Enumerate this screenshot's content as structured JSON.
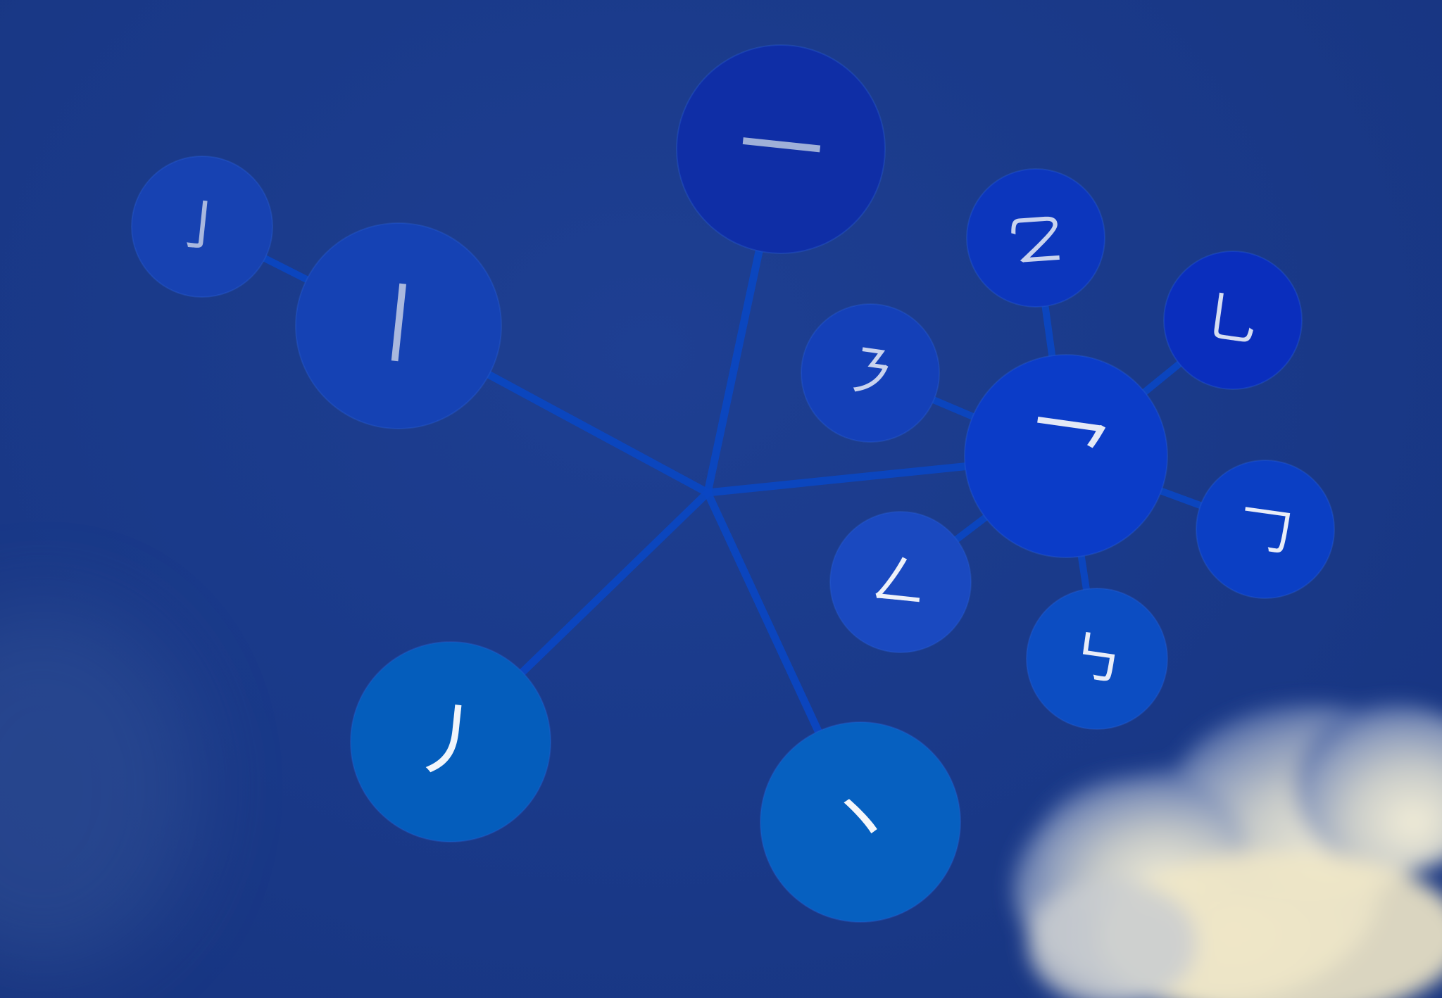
{
  "hub": {
    "name": "stroke-radial-diagram"
  },
  "edge_color": "#0a47c4",
  "nodes": [
    {
      "id": "heng",
      "glyph": "一",
      "fill": "#0f2ea6",
      "text": "#9fb0d8",
      "parent": "hub"
    },
    {
      "id": "shu",
      "glyph": "丨",
      "fill": "#1542b4",
      "text": "#a9b8de",
      "parent": "hub"
    },
    {
      "id": "shu-gou",
      "glyph": "亅",
      "fill": "#1742b2",
      "text": "#a9b8de",
      "parent": "shu"
    },
    {
      "id": "pie",
      "glyph": "丿",
      "fill": "#045dbc",
      "text": "#f2f5fb",
      "parent": "hub"
    },
    {
      "id": "dian",
      "glyph": "丶",
      "fill": "#0660c0",
      "text": "#f5f7fb",
      "parent": "hub"
    },
    {
      "id": "zhe",
      "glyph": "乛",
      "fill": "#0b3cc8",
      "text": "#e4e9f6",
      "parent": "hub"
    },
    {
      "id": "zhe-wan-gou",
      "glyph": "乙",
      "fill": "#0c36bd",
      "text": "#c9d3ee",
      "parent": "zhe"
    },
    {
      "id": "shu-wan-gou",
      "glyph": "乚",
      "fill": "#0a2ebd",
      "text": "#d6def2",
      "parent": "zhe"
    },
    {
      "id": "heng-zhe-zhe-pie",
      "glyph": "㇋",
      "fill": "#1440b8",
      "text": "#c9d3ee",
      "parent": "zhe"
    },
    {
      "id": "heng-zhe-gou",
      "glyph": "𠃌",
      "fill": "#0b3fc4",
      "text": "#e9edf8",
      "parent": "zhe"
    },
    {
      "id": "pie-zhe",
      "glyph": "𠃋",
      "fill": "#1a49c0",
      "text": "#eef1f9",
      "parent": "zhe"
    },
    {
      "id": "shu-zhe-zhe-gou",
      "glyph": "㇉",
      "fill": "#0c4dc2",
      "text": "#e9edf8",
      "parent": "zhe"
    }
  ]
}
